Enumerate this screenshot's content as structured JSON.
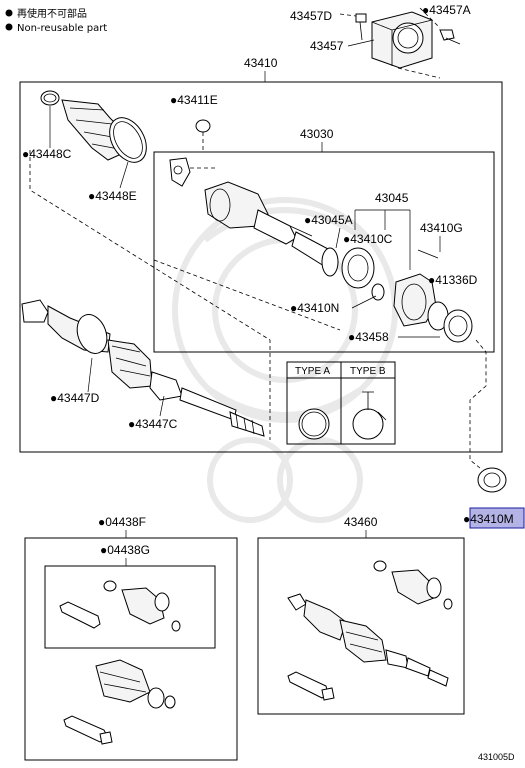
{
  "legend": {
    "line1": "再使用不可部品",
    "line2": "Non-reusable part"
  },
  "labels": {
    "p43457D": "43457D",
    "p43457A": "●43457A",
    "p43457": "43457",
    "p43410": "43410",
    "p43411E": "●43411E",
    "p43448C": "●43448C",
    "p43448E": "●43448E",
    "p43030": "43030",
    "p43045": "43045",
    "p43045A": "●43045A",
    "p43410C": "●43410C",
    "p43410G": "43410G",
    "p41336D": "●41336D",
    "p43410N": "●43410N",
    "p43458": "●43458",
    "p43447D": "●43447D",
    "p43447C": "●43447C",
    "p43410M": "●43410M",
    "p04438F": "●04438F",
    "p04438G": "●04438G",
    "p43460": "43460"
  },
  "types": {
    "typeA": "TYPE A",
    "typeB": "TYPE B"
  },
  "diagram_code": "431005D",
  "colors": {
    "highlight": "#b3b3e6",
    "highlight_border": "#1a1aa0"
  }
}
